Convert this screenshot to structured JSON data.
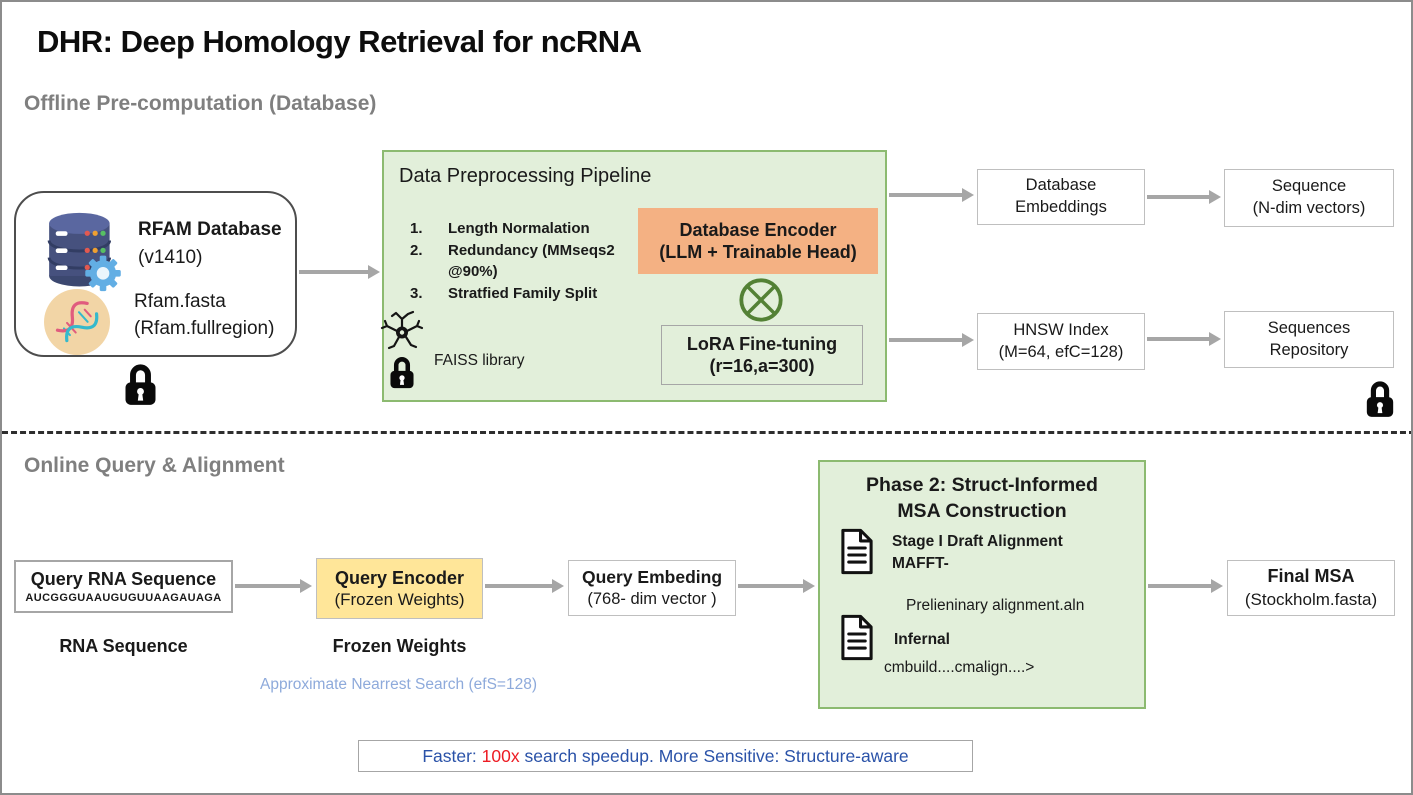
{
  "title": "DHR: Deep Homology Retrieval for ncRNA",
  "offline": {
    "header": "Offline Pre-computation (Database)",
    "rfam_box": {
      "name": "RFAM Database",
      "version": "(v1410)",
      "file": "Rfam.fasta",
      "file_detail": "(Rfam.fullregion)"
    },
    "pipeline_box": {
      "title": "Data Preprocessing Pipeline",
      "steps": [
        {
          "num": "1.",
          "label": "Length Normalation"
        },
        {
          "num": "2.",
          "label": "Redundancy (MMseqs2 @90%)"
        },
        {
          "num": "3.",
          "label": "Stratfied Family Split"
        }
      ],
      "database_encoder": {
        "title": "Database Encoder",
        "subtitle": "(LLM + Trainable Head)"
      },
      "lora": {
        "title": "LoRA Fine-tuning",
        "subtitle": "(r=16,a=300)"
      },
      "faiss_label": "FAISS library"
    },
    "database_embeddings": {
      "line1": "Database",
      "line2": "Embeddings"
    },
    "sequence_vectors": {
      "line1": "Sequence",
      "line2": "(N-dim vectors)"
    },
    "hnsw_index": {
      "line1": "HNSW Index",
      "line2": "(M=64, efC=128)"
    },
    "sequences_repository": {
      "line1": "Sequences",
      "line2": "Repository"
    }
  },
  "online": {
    "header": "Online Query & Alignment",
    "query_box": {
      "title": "Query RNA Sequence",
      "sequence": "AUCGGGUAAUGUGUUAAGAUAGA",
      "caption": "RNA Sequence"
    },
    "query_encoder": {
      "title": "Query Encoder",
      "subtitle": "(Frozen Weights)",
      "caption": "Frozen Weights"
    },
    "query_embedding": {
      "title": "Query Embeding",
      "subtitle": "(768- dim vector )"
    },
    "search_note": "Approximate Nearrest Search (efS=128)",
    "phase2_box": {
      "title_line1": "Phase 2: Struct-Informed",
      "title_line2": "MSA Construction",
      "stage1_line1": "Stage I Draft Alignment",
      "stage1_line2": "MAFFT-",
      "intermediate_file": "Prelieninary alignment.aln",
      "stage2_line1": "Infernal",
      "stage2_line2": "cmbuild....cmalign....>"
    },
    "final_msa": {
      "title": "Final MSA",
      "subtitle": "(Stockholm.fasta)"
    }
  },
  "banner": {
    "part1": "Faster: ",
    "highlight": "100x",
    "part2": " search speedup. More Sensitive: Structure-aware"
  },
  "colors": {
    "light_green": "#e2efda",
    "green_border": "#8cba70",
    "encoder_orange": "#f4b183",
    "encoder_yellow": "#ffe699",
    "arrow_gray": "#a6a6a6",
    "header_gray": "#7f7f7f",
    "note_blue": "#8eaadb",
    "banner_blue": "#2a52a8",
    "banner_red": "#ed1c24",
    "otimes_green": "#538135"
  }
}
